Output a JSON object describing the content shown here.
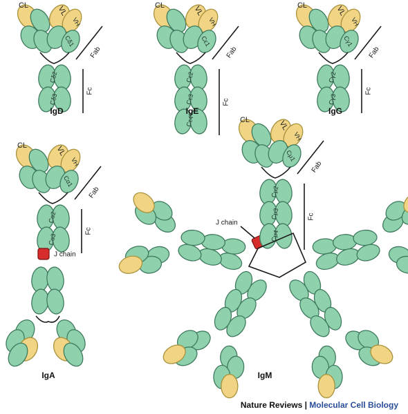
{
  "colors": {
    "constant_domain": "#8fd1ad",
    "light_domain": "#f1d584",
    "j_chain": "#d62c2c",
    "credit_brand": "#2a4f9a"
  },
  "labels": {
    "CL": "CL",
    "VL": "VL",
    "VH": "VH",
    "Fab": "Fab",
    "Fc": "Fc",
    "J_chain": "J chain"
  },
  "domains": {
    "IgD": [
      "Cδ1",
      "Cδ2",
      "Cδ3"
    ],
    "IgE": [
      "Cε1",
      "Cε2",
      "Cε3",
      "Cε4"
    ],
    "IgG": [
      "Cγ1",
      "Cγ2",
      "Cγ3"
    ],
    "IgA": [
      "Cα1",
      "Cα2",
      "Cα3"
    ],
    "IgM": [
      "Cμ1",
      "Cμ2",
      "Cμ3",
      "Cμ4"
    ]
  },
  "titles": {
    "IgD": "IgD",
    "IgE": "IgE",
    "IgG": "IgG",
    "IgA": "IgA",
    "IgM": "IgM"
  },
  "credit": {
    "journal": "Nature Reviews",
    "separator": "|",
    "section": "Molecular Cell Biology"
  }
}
